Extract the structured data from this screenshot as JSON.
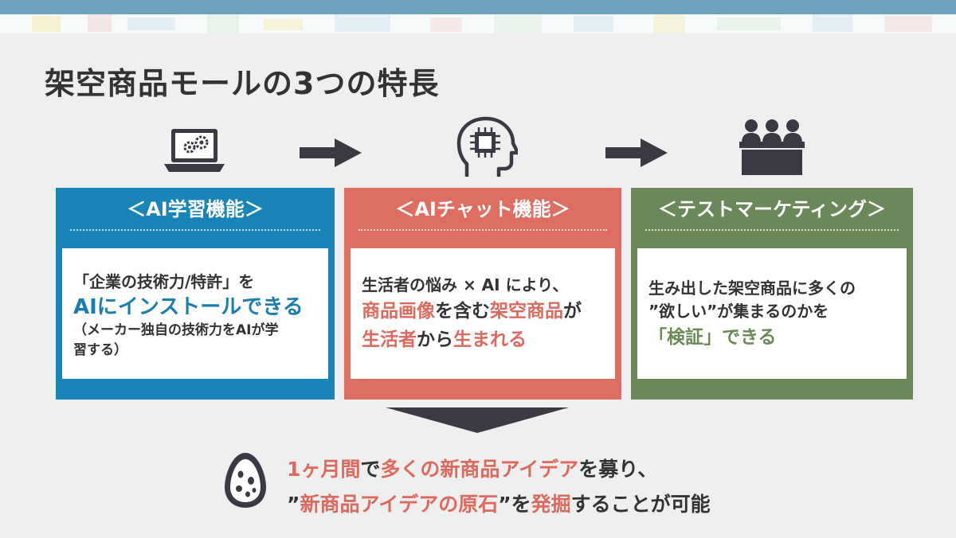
{
  "title": "架空商品モールの3つの特長",
  "colors": {
    "blue": "#1884b7",
    "red": "#de6d62",
    "green": "#6a8858",
    "dark": "#3a3a44"
  },
  "icons": {
    "step1": "laptop-gears-icon",
    "step2": "ai-head-icon",
    "step3": "audience-icon",
    "bottom": "egg-icon",
    "arrows": "arrow-right-icon",
    "down": "triangle-down-icon"
  },
  "boxes": [
    {
      "header": "＜AI学習機能＞",
      "line1": "「企業の技術力/特許」を",
      "line2": "AIにインストールできる",
      "line3": "（メーカー独自の技術力をAIが学",
      "line4": "習する）"
    },
    {
      "header": "＜AIチャット機能＞",
      "line1": "生活者の悩み × AI により、",
      "line2_a": "商品画像",
      "line2_b": "を含む",
      "line2_c": "架空商品",
      "line2_d": "が",
      "line3_a": "生活者",
      "line3_b": "から",
      "line3_c": "生まれる"
    },
    {
      "header": "＜テストマーケティング＞",
      "line1": "生み出した架空商品に多くの",
      "line2": "”欲しい”が集まるのかを",
      "line3": "「検証」できる"
    }
  ],
  "bottom": {
    "l1_a": "1ヶ月間",
    "l1_b": "で",
    "l1_c": "多くの新商品アイデア",
    "l1_d": "を募り、",
    "l2_a": "”",
    "l2_b": "新商品アイデアの原石",
    "l2_c": "”を",
    "l2_d": "発掘",
    "l2_e": "することが可能"
  }
}
